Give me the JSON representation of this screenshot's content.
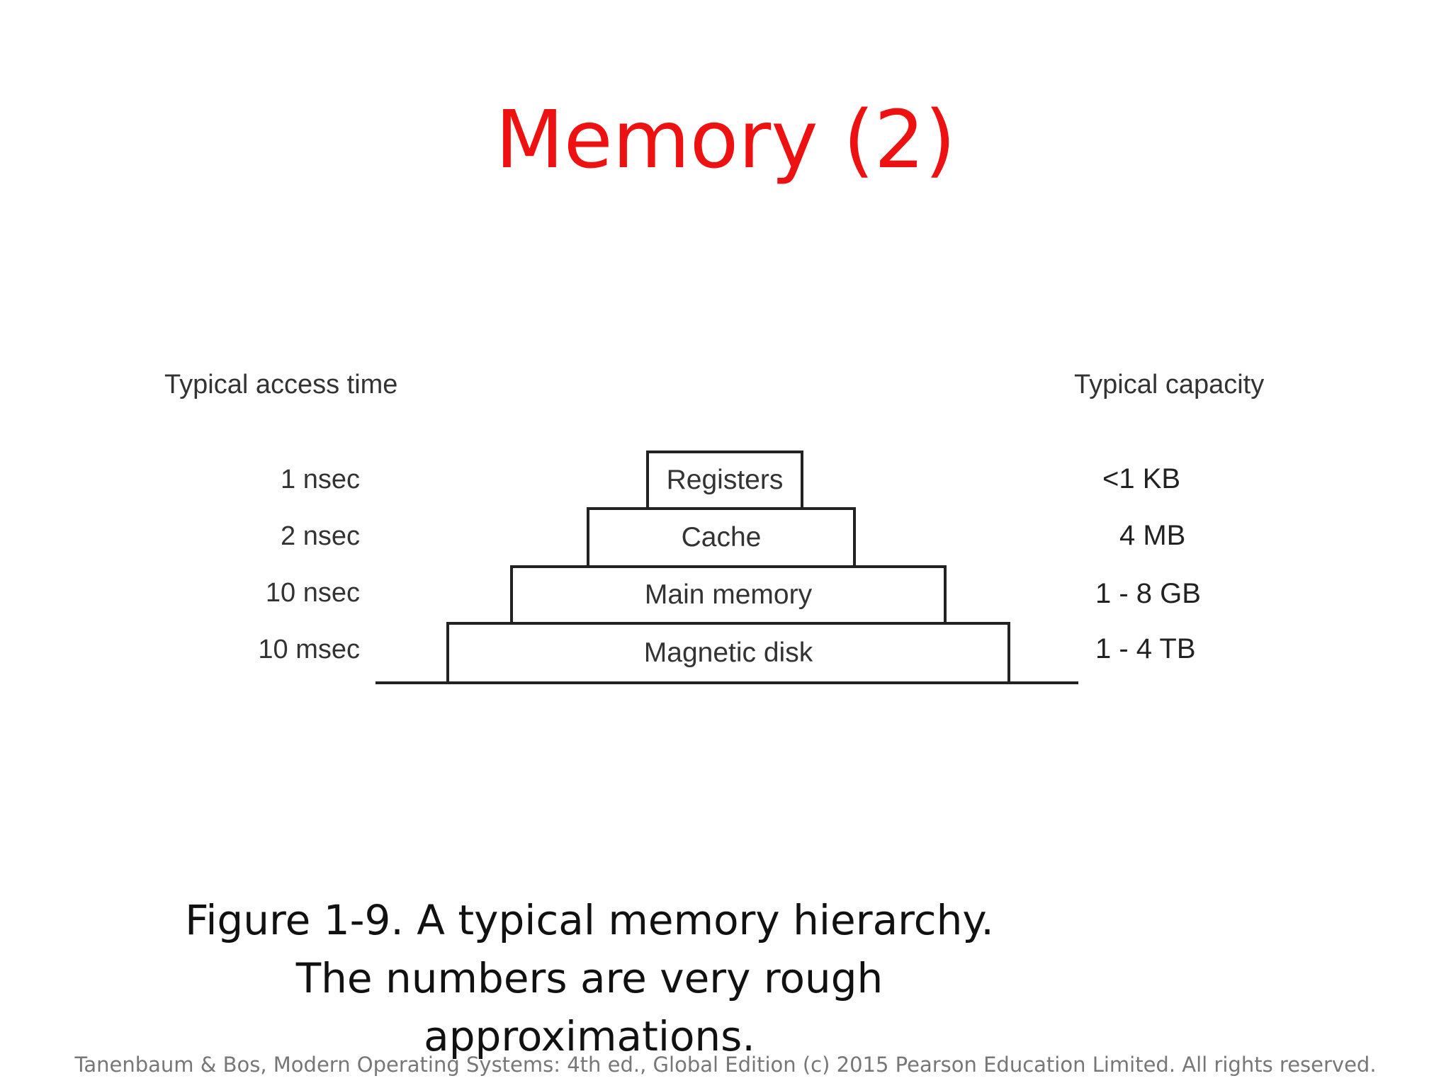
{
  "slide": {
    "title": "Memory (2)",
    "caption": "Figure 1-9. A typical memory hierarchy. The numbers are very rough approximations.",
    "footer": "Tanenbaum & Bos, Modern  Operating Systems: 4th ed., Global Edition (c) 2015 Pearson Education Limited. All rights reserved.",
    "title_color": "#ee1111"
  },
  "diagram": {
    "left_heading": "Typical access time",
    "right_heading": "Typical capacity",
    "levels": [
      {
        "name": "Registers",
        "access_time": "1 nsec",
        "capacity": "<1 KB"
      },
      {
        "name": "Cache",
        "access_time": "2 nsec",
        "capacity": "4 MB"
      },
      {
        "name": "Main memory",
        "access_time": "10 nsec",
        "capacity": "1 - 8 GB"
      },
      {
        "name": "Magnetic disk",
        "access_time": "10 msec",
        "capacity": "1 - 4 TB"
      }
    ]
  }
}
